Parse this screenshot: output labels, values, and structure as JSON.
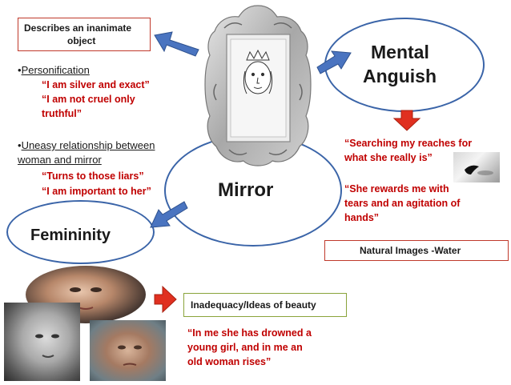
{
  "top_left_box": {
    "line1": "Describes an inanimate",
    "line2": "object"
  },
  "left_points": {
    "personification": "Personification",
    "p_quote1": "“I am silver and exact”",
    "p_quote2": "“I am not cruel only",
    "p_quote3": "truthful”",
    "uneasy_line1": "Uneasy relationship between",
    "uneasy_line2": "woman and mirror",
    "u_quote1": "“Turns to those liars”",
    "u_quote2": "“I am important to her”"
  },
  "bullet": "•",
  "center": {
    "label": "Mirror"
  },
  "mental": {
    "line1": "Mental",
    "line2": "Anguish"
  },
  "femininity": {
    "label": "Femininity"
  },
  "right_quotes": {
    "q1_line1": "“Searching my reaches for",
    "q1_line2": "what she really is”",
    "q2_line1": "“She rewards me with",
    "q2_line2": "tears and an agitation of",
    "q2_line3": "hands”"
  },
  "natural_box": {
    "label": "Natural Images -Water"
  },
  "inadequacy_box": {
    "label": "Inadequacy/Ideas of beauty"
  },
  "bottom_quote": {
    "line1": "“In me she has drowned a",
    "line2": "young girl, and in me an",
    "line3": "old woman rises”"
  },
  "colors": {
    "quote_red": "#c00000",
    "ellipse_border": "#3a64a8",
    "arrow_blue": "#4a74c0",
    "arrow_red": "#e03020",
    "green_border": "#8aa33b"
  }
}
